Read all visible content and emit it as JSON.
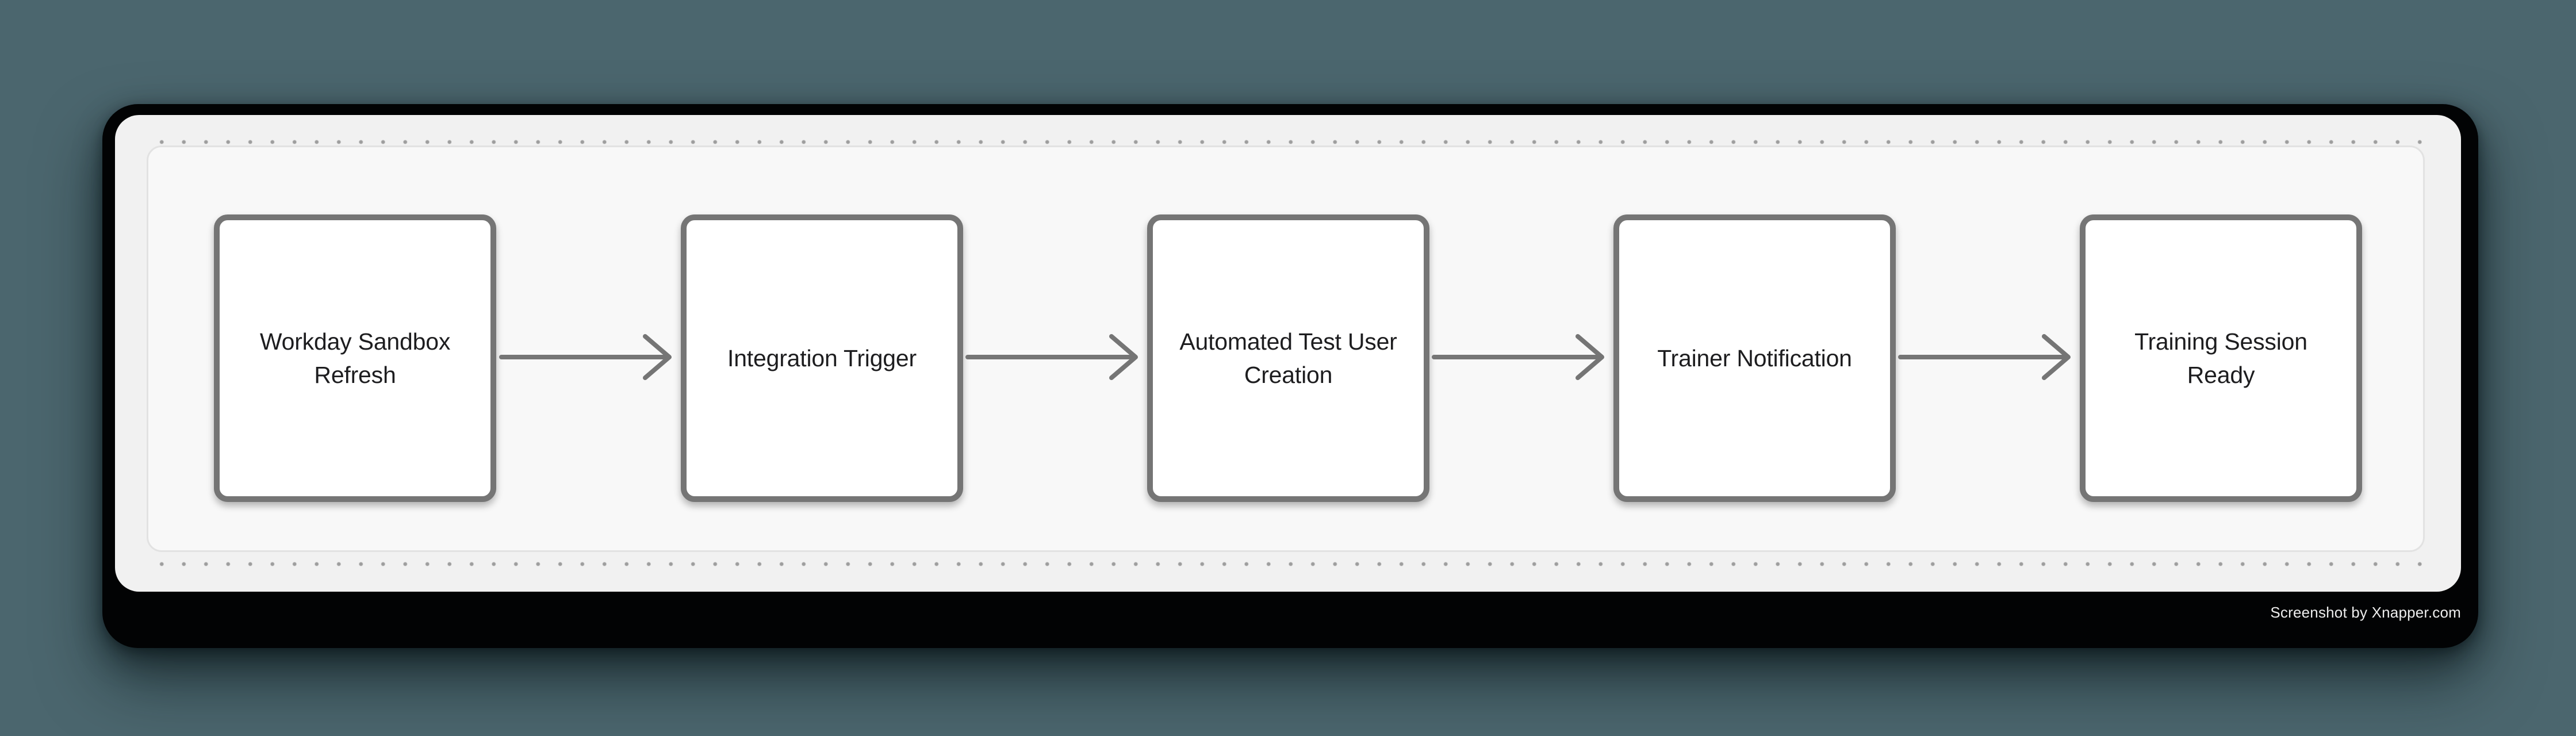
{
  "scene": {
    "background_color": "#4b666e",
    "watermark": "Screenshot by Xnapper.com"
  },
  "colors": {
    "window_frame": "#020304",
    "panel_background": "#f1f1f1",
    "canvas_background": "#f8f8f8",
    "canvas_border": "#e2e2e2",
    "dot_grid": "#9e9e9e",
    "node_fill": "#ffffff",
    "node_border": "#757575",
    "node_text": "#1d1d1f",
    "arrow": "#757575",
    "watermark_text": "#ededed"
  },
  "flowchart": {
    "nodes": [
      {
        "label": "Workday Sandbox Refresh",
        "lines": [
          "Workday Sandbox",
          "Refresh"
        ]
      },
      {
        "label": "Integration Trigger",
        "lines": [
          "Integration Trigger"
        ]
      },
      {
        "label": "Automated Test User Creation",
        "lines": [
          "Automated Test User",
          "Creation"
        ]
      },
      {
        "label": "Trainer Notification",
        "lines": [
          "Trainer Notification"
        ]
      },
      {
        "label": "Training Session Ready",
        "lines": [
          "Training Session",
          "Ready"
        ]
      }
    ],
    "connections": [
      {
        "from": "Workday Sandbox Refresh",
        "to": "Integration Trigger"
      },
      {
        "from": "Integration Trigger",
        "to": "Automated Test User Creation"
      },
      {
        "from": "Automated Test User Creation",
        "to": "Trainer Notification"
      },
      {
        "from": "Trainer Notification",
        "to": "Training Session Ready"
      }
    ]
  }
}
